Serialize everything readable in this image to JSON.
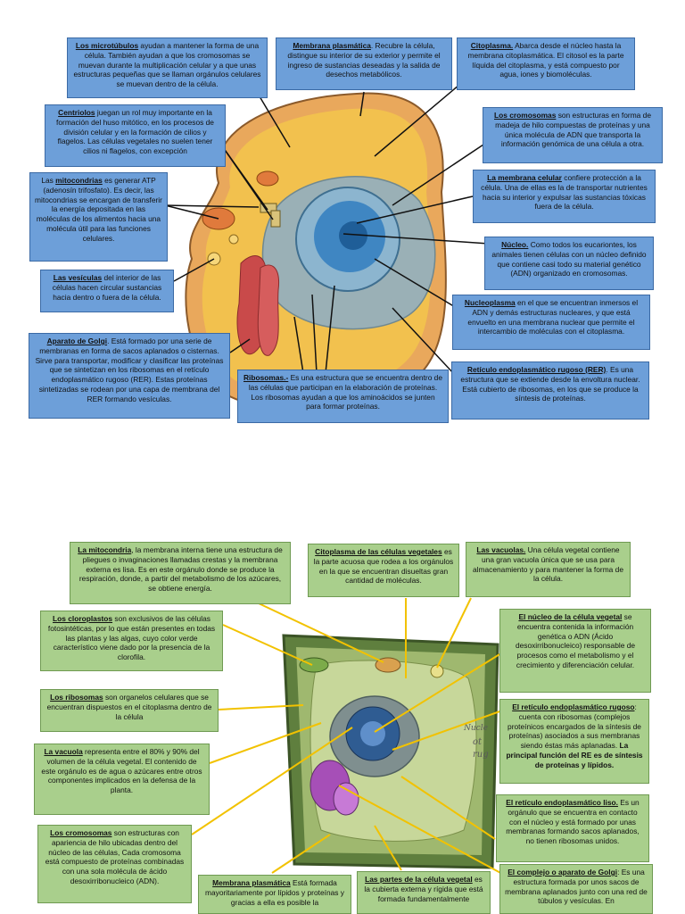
{
  "animal": {
    "microtubulos": {
      "title": "Los microtúbulos",
      "text": " ayudan a mantener la forma de una célula. También ayudan a que los cromosomas se muevan durante la multiplicación celular y a que unas estructuras pequeñas que se llaman orgánulos celulares se muevan dentro de la célula."
    },
    "membrana_plasmatica": {
      "title": "Membrana plasmática",
      "text": ". Recubre la célula, distingue su interior de su exterior y permite el ingreso de sustancias deseadas y la salida de desechos metabólicos."
    },
    "citoplasma": {
      "title": "Citoplasma.",
      "text": " Abarca desde el núcleo hasta la membrana citoplasmática. El citosol es la parte líquida del citoplasma, y está compuesto por agua, iones y biomoléculas."
    },
    "centriolos": {
      "title": "Centriolos",
      "text": "  juegan un rol muy importante en la formación del huso mitótico, en los procesos de división celular y en la formación de cilios y flagelos. Las células vegetales no suelen tener cilios ni flagelos, con excepción"
    },
    "cromosomas": {
      "title": "Los cromosomas",
      "text": " son estructuras en forma de madeja de hilo compuestas de proteínas y una única molécula de ADN que transporta la información genómica de una célula a otra."
    },
    "mitocondrias": {
      "title_pre": "Las ",
      "title": "mitocondrias",
      "text": " es generar ATP (adenosín trifosfato). Es decir, las mitocondrias se encargan de transferir la energía depositada en las moléculas de los alimentos hacia una molécula útil para las funciones celulares."
    },
    "membrana_celular": {
      "title": "La membrana celular",
      "text": " confiere protección a la célula. Una de ellas es la de transportar nutrientes hacia su interior y expulsar las sustancias tóxicas fuera de la célula."
    },
    "nucleo": {
      "title": "Núcleo.",
      "text": " Como todos los eucariontes, los animales tienen células con un núcleo definido que contiene casi todo su material genético (ADN) organizado en cromosomas."
    },
    "vesiculas": {
      "title": "Las vesículas",
      "text": " del interior de las células hacen circular sustancias hacia dentro o fuera de la célula."
    },
    "nucleoplasma": {
      "title": "Nucleoplasma",
      "text": " en el que se encuentran inmersos el ADN y demás estructuras nucleares, y que está envuelto en una membrana nuclear que permite el intercambio de moléculas con el citoplasma."
    },
    "golgi": {
      "title": "Aparato de Golgi",
      "text": ". Está formado por una serie de membranas en forma de sacos aplanados o cisternas. Sirve para transportar, modificar y clasificar las proteínas que se sintetizan en los ribosomas en el retículo endoplasmático rugoso (RER). Estas proteínas sintetizadas se rodean por una capa de membrana del RER formando vesículas."
    },
    "ribosomas": {
      "title": "Ribosomas.-",
      "text": " Es una estructura que se encuentra dentro de las células que participan en la elaboración de proteínas. Los ribosomas ayudan a que los aminoácidos se junten para formar proteínas."
    },
    "rer": {
      "title": "Retículo endoplasmático rugoso (RER)",
      "text": ". Es una estructura que se extiende desde la envoltura nuclear. Está cubierto de ribosomas, en los que se produce la síntesis de proteínas."
    }
  },
  "plant": {
    "mitocondria": {
      "title": "La mitocondria",
      "text": ", la membrana interna tiene una estructura de pliegues o invaginaciones llamadas crestas y la membrana externa es lisa. Es en este orgánulo donde se produce la respiración, donde, a partir del metabolismo de los azúcares, se obtiene energía."
    },
    "citoplasma": {
      "title": "Citoplasma de las células vegetales",
      "text": " es la parte acuosa que rodea a los orgánulos en la que se encuentran disueltas gran cantidad de moléculas."
    },
    "vacuolas": {
      "title": "Las vacuolas.",
      "text": " Una célula vegetal contiene una gran vacuola única que se usa para almacenamiento y para mantener la forma de la célula."
    },
    "cloroplastos": {
      "title": "Los cloroplastos",
      "text": " son exclusivos de las células fotosintéticas, por lo que están presentes en todas las plantas y las algas, cuyo color verde característico viene dado por la presencia de la clorofila."
    },
    "nucleo": {
      "title": "El núcleo de la célula vegetal",
      "text": " se encuentra contenida la información genética o ADN (Ácido desoxirribonucleico) responsable de procesos como el metabolismo y el crecimiento y diferenciación celular."
    },
    "ribosomas": {
      "title": "Los ribosomas",
      "text": " son organelos celulares que se encuentran dispuestos en el citoplasma dentro de la célula"
    },
    "rer": {
      "title": "El retículo endoplasmático rugoso",
      "text": ": cuenta con ribosomas (complejos proteínicos encargados de la síntesis de proteínas) asociados a sus membranas siendo éstas más aplanadas. ",
      "strong": "La principal función del RE es de síntesis de proteínas y lípidos."
    },
    "vacuola": {
      "title": "La vacuola",
      "text": " representa entre el 80% y 90% del volumen de la célula vegetal. El contenido de este orgánulo es de agua o azúcares entre otros componentes implicados en la defensa de la planta."
    },
    "rel": {
      "title": "El retículo endoplasmático liso.",
      "text": " Es un orgánulo que se encuentra en contacto con el núcleo y está formado por unas membranas formando sacos aplanados, no tienen ribosomas unidos."
    },
    "cromosomas": {
      "title": "Los cromosomas",
      "text": " son estructuras con apariencia de hilo ubicadas dentro del núcleo de las células, Cada cromosoma está compuesto de proteínas combinadas con una sola molécula de ácido desoxirribonucleico (ADN)."
    },
    "membrana": {
      "title": "Membrana plasmática",
      "text": " Está formada mayoritariamente por lípidos y proteínas y gracias a ella es posible la"
    },
    "pared": {
      "title": "Las partes de la célula vegetal",
      "text": " es la cubierta externa y rígida que está formada fundamentalmente"
    },
    "golgi": {
      "title": "El complejo o aparato de Golgi",
      "text": ":  Es una estructura formada por unos sacos de membrana aplanados junto con una red de túbulos y vesículas. En"
    },
    "handwriting": [
      "Nucle",
      "ot",
      "rug"
    ]
  },
  "colors": {
    "blue_box": "#6d9fd9",
    "green_box": "#a9cf8c",
    "leader_animal": "#111111",
    "leader_plant": "#f2c200"
  }
}
